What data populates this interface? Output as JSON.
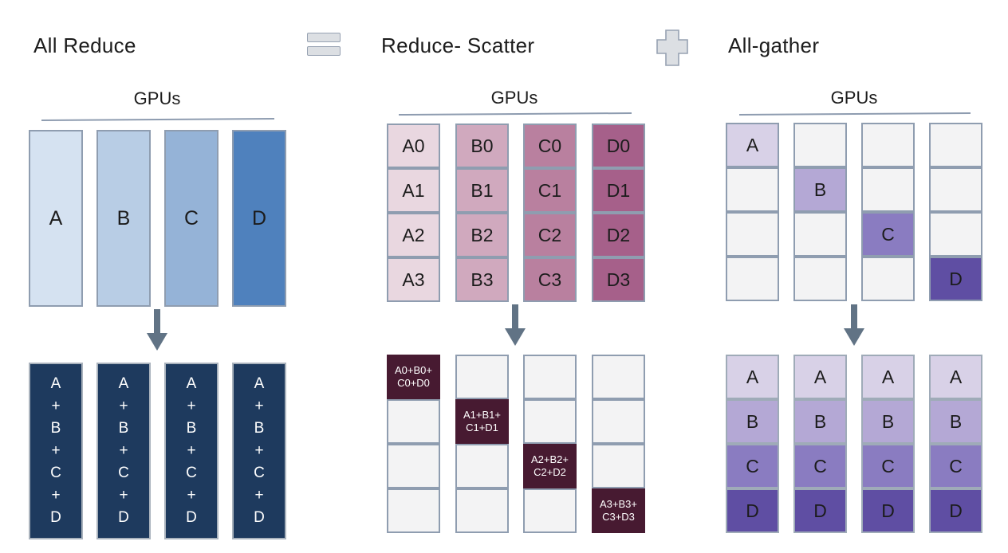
{
  "header": {
    "all_reduce_title": "All Reduce",
    "reduce_scatter_title": "Reduce- Scatter",
    "all_gather_title": "All-gather"
  },
  "icons": {
    "equals_icon": "two stacked bars (equals sign)",
    "plus_icon": "plus cross",
    "arrow_down_icon": "downward arrow"
  },
  "colors": {
    "text": "#1c1c1c",
    "cell_border": "#8f9db0",
    "empty_cell": "#f3f3f4",
    "navy": "#1e3a5e",
    "maroon": "#471a31",
    "arrow": "#617385",
    "blues": [
      "#d5e2f1",
      "#b8cde5",
      "#95b3d7",
      "#4f81bd"
    ],
    "pinks": [
      "#e9d7e0",
      "#d0a9be",
      "#b9809f",
      "#a6608a"
    ],
    "purples": [
      "#d8d1e7",
      "#b4a8d5",
      "#8a7cc1",
      "#5f4ea3"
    ]
  },
  "panels": {
    "all_reduce": {
      "gpus_label": "GPUs",
      "input_columns": [
        {
          "label": "A"
        },
        {
          "label": "B"
        },
        {
          "label": "C"
        },
        {
          "label": "D"
        }
      ],
      "output_columns": [
        {
          "lines": [
            "A",
            "+",
            "B",
            "+",
            "C",
            "+",
            "D"
          ]
        },
        {
          "lines": [
            "A",
            "+",
            "B",
            "+",
            "C",
            "+",
            "D"
          ]
        },
        {
          "lines": [
            "A",
            "+",
            "B",
            "+",
            "C",
            "+",
            "D"
          ]
        },
        {
          "lines": [
            "A",
            "+",
            "B",
            "+",
            "C",
            "+",
            "D"
          ]
        }
      ]
    },
    "reduce_scatter": {
      "gpus_label": "GPUs",
      "input_grid": {
        "columns": [
          {
            "cells": [
              "A0",
              "A1",
              "A2",
              "A3"
            ]
          },
          {
            "cells": [
              "B0",
              "B1",
              "B2",
              "B3"
            ]
          },
          {
            "cells": [
              "C0",
              "C1",
              "C2",
              "C3"
            ]
          },
          {
            "cells": [
              "D0",
              "D1",
              "D2",
              "D3"
            ]
          }
        ]
      },
      "output_grid": {
        "rows": 4,
        "cols": 4,
        "results": [
          {
            "col": 0,
            "row": 0,
            "lines": [
              "A0+B0+",
              "C0+D0"
            ]
          },
          {
            "col": 1,
            "row": 1,
            "lines": [
              "A1+B1+",
              "C1+D1"
            ]
          },
          {
            "col": 2,
            "row": 2,
            "lines": [
              "A2+B2+",
              "C2+D2"
            ]
          },
          {
            "col": 3,
            "row": 3,
            "lines": [
              "A3+B3+",
              "C3+D3"
            ]
          }
        ]
      }
    },
    "all_gather": {
      "gpus_label": "GPUs",
      "input_grid": {
        "rows": 4,
        "cols": 4,
        "diagonal": [
          {
            "col": 0,
            "row": 0,
            "label": "A"
          },
          {
            "col": 1,
            "row": 1,
            "label": "B"
          },
          {
            "col": 2,
            "row": 2,
            "label": "C"
          },
          {
            "col": 3,
            "row": 3,
            "label": "D"
          }
        ]
      },
      "output_grid": {
        "columns": [
          {
            "cells": [
              "A",
              "B",
              "C",
              "D"
            ]
          },
          {
            "cells": [
              "A",
              "B",
              "C",
              "D"
            ]
          },
          {
            "cells": [
              "A",
              "B",
              "C",
              "D"
            ]
          },
          {
            "cells": [
              "A",
              "B",
              "C",
              "D"
            ]
          }
        ]
      }
    }
  }
}
